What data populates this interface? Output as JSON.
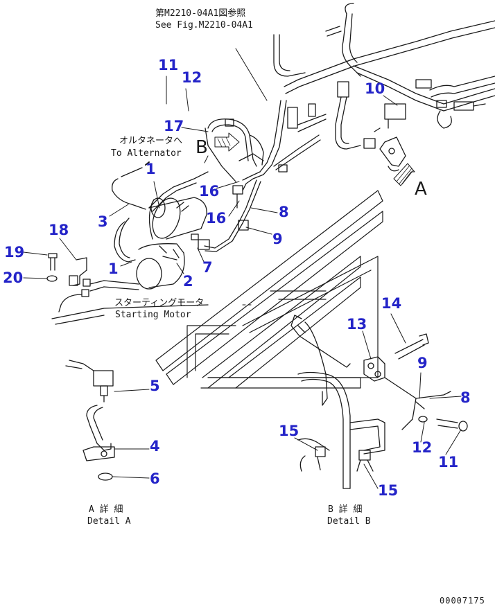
{
  "references": {
    "fig_jp": "第M2210-04A1図参照",
    "fig_en": "See Fig.M2210-04A1",
    "alt_jp": "オルタネータへ",
    "alt_en": "To Alternator",
    "starter_jp": "スターティングモータ",
    "starter_en": "Starting Motor",
    "detail_a_jp": "A 詳 細",
    "detail_a_en": "Detail A",
    "detail_b_jp": "B 詳 細",
    "detail_b_en": "Detail B"
  },
  "view_letters": {
    "a": "A",
    "b": "B"
  },
  "callouts": [
    "11",
    "12",
    "10",
    "17",
    "1",
    "16",
    "16",
    "8",
    "3",
    "9",
    "18",
    "19",
    "7",
    "1",
    "20",
    "2",
    "13",
    "14",
    "5",
    "9",
    "8",
    "4",
    "15",
    "12",
    "11",
    "6",
    "15"
  ],
  "drawing_number": "00007175",
  "colors": {
    "callout": "#2424c8",
    "linework": "#1a1a1a",
    "background": "#ffffff"
  }
}
